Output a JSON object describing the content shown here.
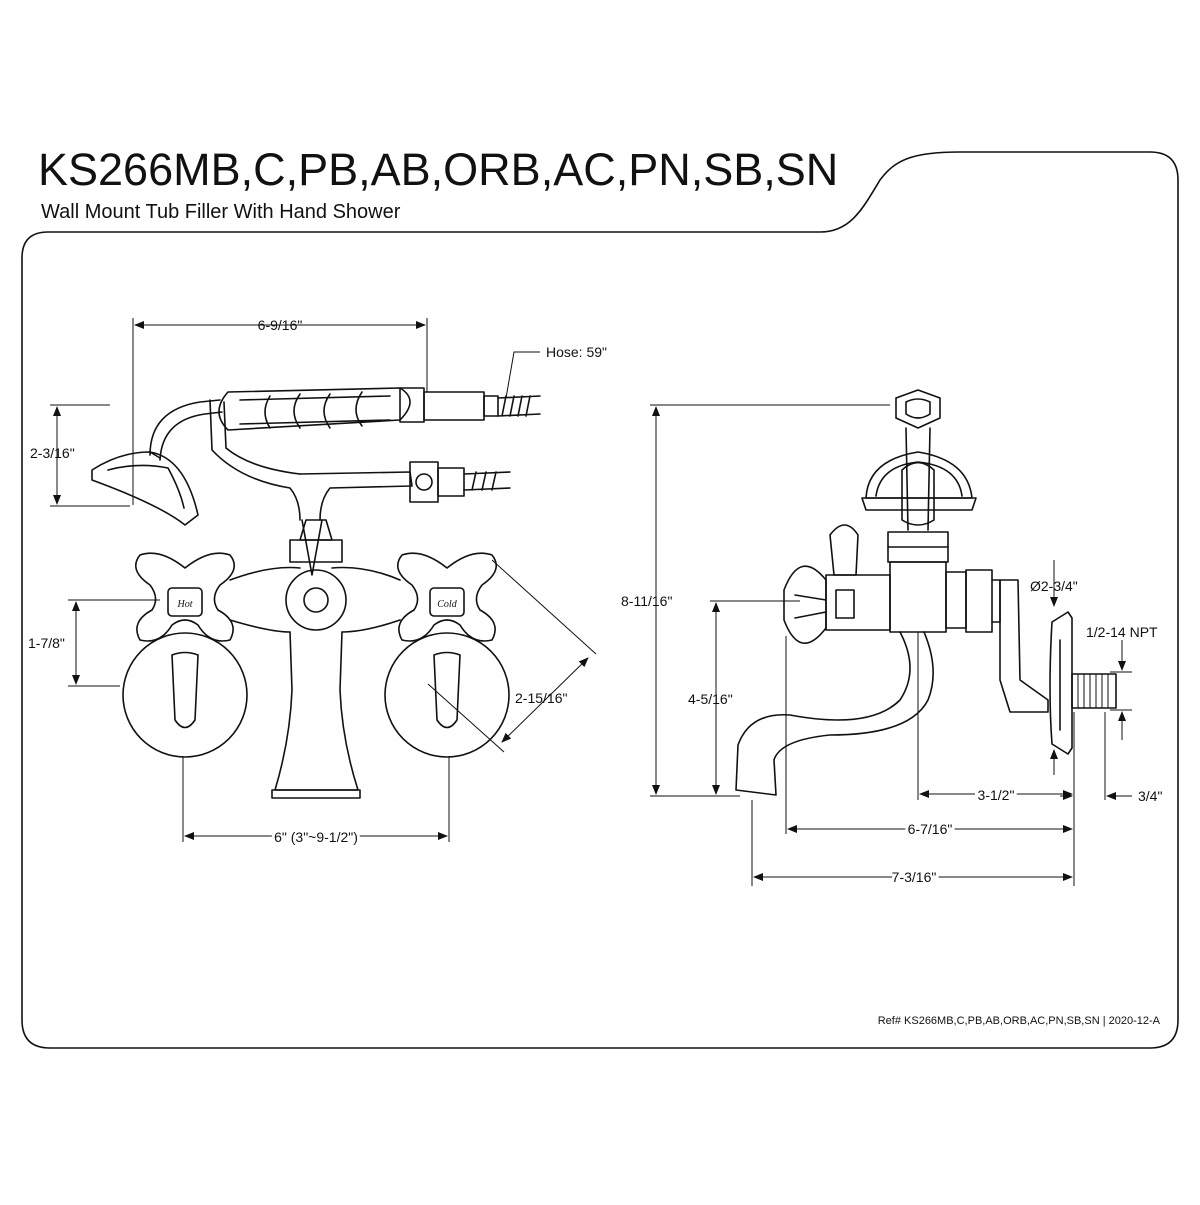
{
  "sheet": {
    "title": "KS266MB,C,PB,AB,ORB,AC,PN,SB,SN",
    "subtitle": "Wall Mount Tub Filler With Hand Shower",
    "reference": "Ref# KS266MB,C,PB,AB,ORB,AC,PN,SB,SN | 2020-12-A"
  },
  "front_view": {
    "handle_labels": {
      "hot": "Hot",
      "cold": "Cold"
    },
    "dimensions": {
      "handshower_width": "6-9/16\"",
      "hose": "Hose: 59\"",
      "handshower_height": "2-3/16\"",
      "handle_height": "1-7/8\"",
      "handle_span": "2-15/16\"",
      "centers": "6\" (3\"~9-1/2\")"
    }
  },
  "side_view": {
    "dimensions": {
      "overall_height": "8-11/16\"",
      "spout_height": "4-5/16\"",
      "flange_diameter": "Ø2-3/4\"",
      "thread": "1/2-14 NPT",
      "thread_length": "3/4\"",
      "inlet_to_wall": "3-1/2\"",
      "spout_reach": "6-7/16\"",
      "overall_depth": "7-3/16\""
    }
  },
  "colors": {
    "line": "#111111",
    "background": "#ffffff"
  }
}
